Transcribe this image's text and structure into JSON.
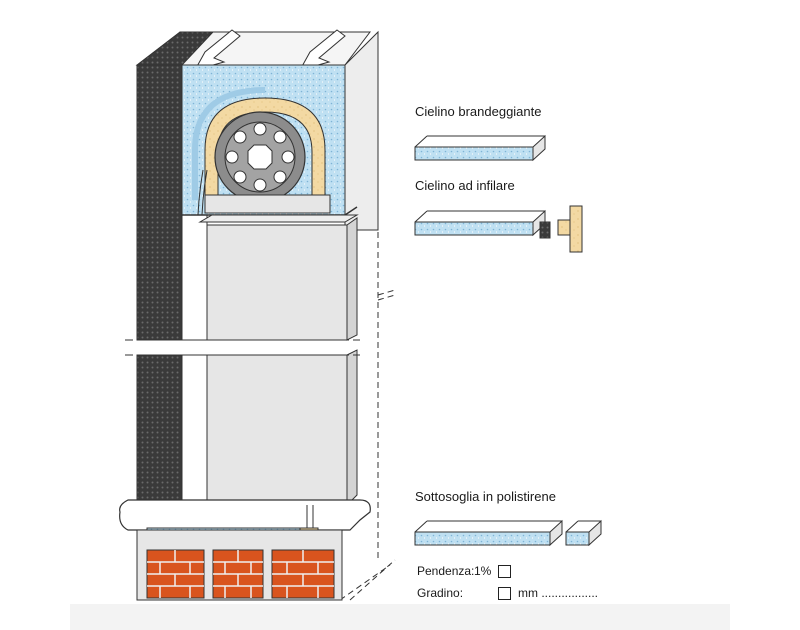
{
  "legend": {
    "cielino_brandeggiante": "Cielino brandeggiante",
    "cielino_ad_infilare": "Cielino ad infilare",
    "sottosoglia_polistirene": "Sottosoglia in polistirene"
  },
  "options": {
    "pendenza_label": "Pendenza:",
    "pendenza_value": "1%",
    "gradino_label": "Gradino:",
    "gradino_unit": "mm ................."
  },
  "colors": {
    "insulation": "#bfe0f2",
    "insulation_dots": "#7fb4d6",
    "wood": "#f3d9a3",
    "wood_grain": "#d9b36b",
    "brick": "#d9541e",
    "mortar": "#f0f0f0",
    "wall_dark": "#3a3a3a",
    "panel": "#e6e6e6",
    "frame": "#d4d4d4",
    "roller": "#8c8c8c"
  }
}
